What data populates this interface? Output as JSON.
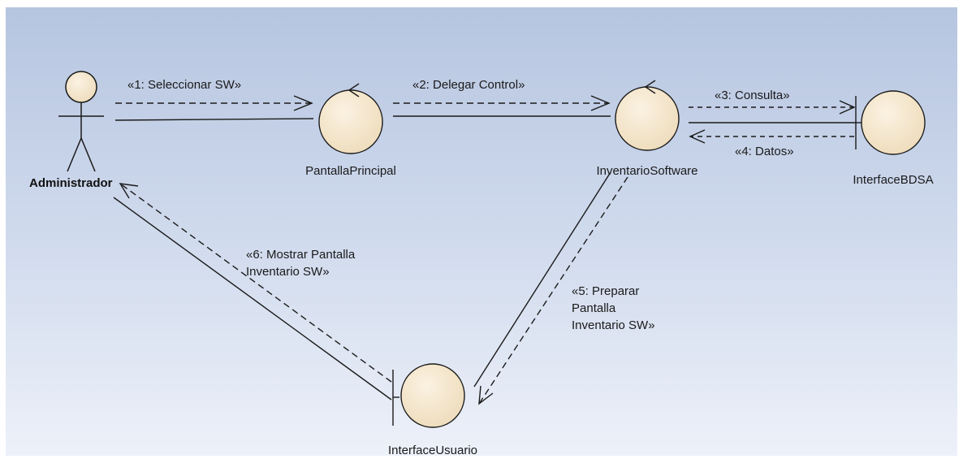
{
  "colors": {
    "background_top": "#b6c5e0",
    "background_bottom": "#edf1f9",
    "node_fill": "#f6e8d0",
    "line": "#1a1a1a"
  },
  "actor": {
    "name": "Administrador",
    "icon": "stick-figure-actor-icon"
  },
  "objects": {
    "pantalla_principal": {
      "name": "PantallaPrincipal",
      "stereotype": "control",
      "icon": "control-circle-icon"
    },
    "inventario_software": {
      "name": "InventarioSoftware",
      "stereotype": "control",
      "icon": "control-circle-icon"
    },
    "interface_bdsa": {
      "name": "InterfaceBDSA",
      "stereotype": "boundary",
      "icon": "boundary-circle-icon"
    },
    "interface_usuario": {
      "name": "InterfaceUsuario",
      "stereotype": "boundary",
      "icon": "boundary-circle-icon"
    }
  },
  "messages": {
    "m1": "«1: Seleccionar SW»",
    "m2": "«2: Delegar Control»",
    "m3": "«3: Consulta»",
    "m4": "«4: Datos»",
    "m5": [
      "«5: Preparar",
      "Pantalla",
      "Inventario SW»"
    ],
    "m6": [
      "«6: Mostrar Pantalla",
      "Inventario SW»"
    ]
  }
}
